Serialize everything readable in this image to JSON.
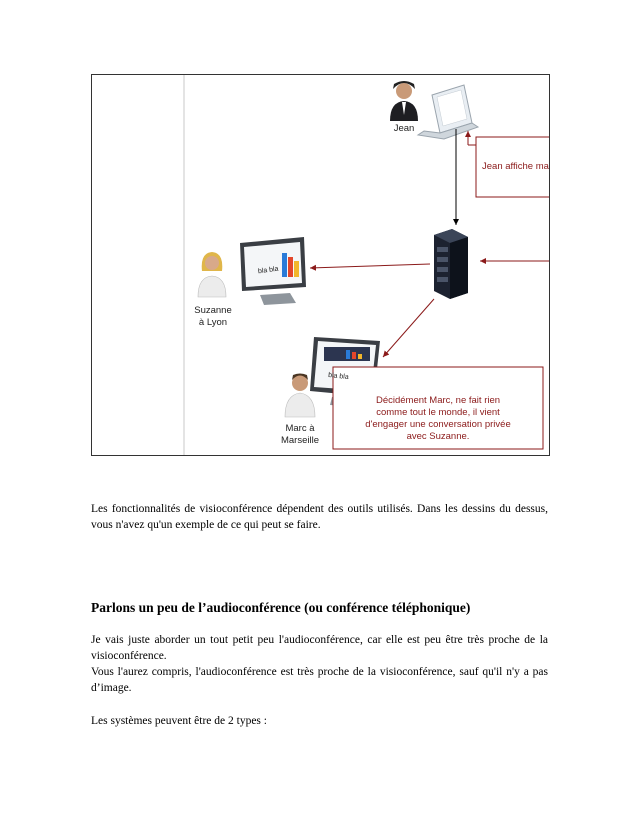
{
  "figure": {
    "jean_label": "Jean",
    "jean_note": "Jean affiche ma",
    "suzanne_label_line1": "Suzanne",
    "suzanne_label_line2": "à Lyon",
    "marc_label_line1": "Marc à",
    "marc_label_line2": "Marseille",
    "marc_note_line1": "Décidément Marc, ne fait rien",
    "marc_note_line2": "comme tout le monde, il vient",
    "marc_note_line3": "d'engager une conversation privée",
    "marc_note_line4": "avec Suzanne.",
    "screen_text": "bla bla",
    "colors": {
      "arrow_red": "#8b1a1a",
      "arrow_black": "#000000",
      "server": "#1c2230",
      "divider": "#c9c9c9"
    }
  },
  "paragraph1": "Les fonctionnalités de visioconférence dépendent des outils utilisés. Dans les dessins du dessus, vous n'avez qu'un exemple de ce qui peut se faire.",
  "heading": "Parlons un peu de l’audioconférence (ou conférence téléphonique)",
  "paragraph2_line1": "Je vais juste aborder un tout petit peu l'audioconférence, car elle est peu être très proche de la visioconférence.",
  "paragraph2_line2": "Vous l'aurez compris, l'audioconférence est très proche de la visioconférence, sauf qu'il n'y a pas d’image.",
  "paragraph3": "Les systèmes peuvent être de 2 types :"
}
